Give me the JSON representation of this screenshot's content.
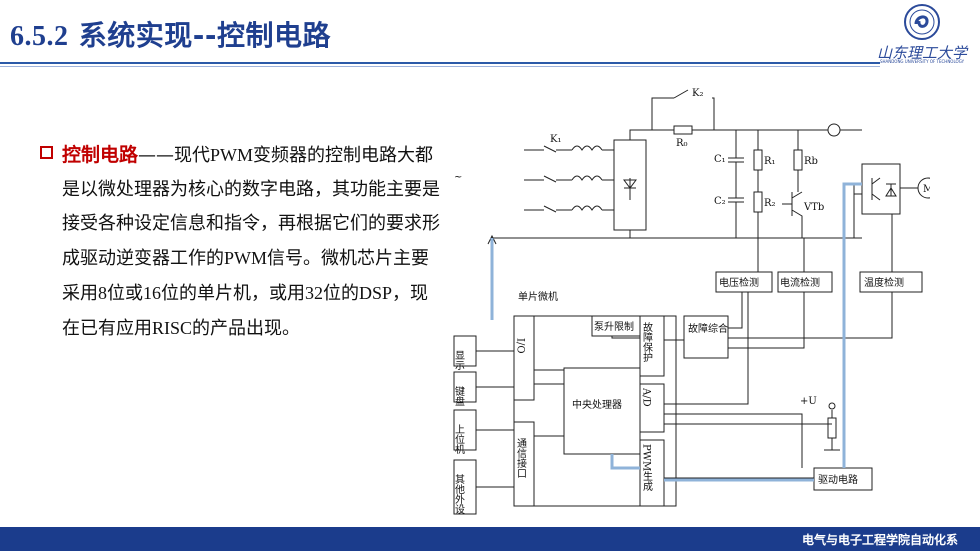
{
  "header": {
    "title_number": "6.5.2",
    "title_text": "系统实现--控制电路",
    "logo_text": "山东理工大学",
    "logo_sub": "SHANDONG UNIVERSITY OF TECHNOLOGY"
  },
  "content": {
    "keyword": "控制电路",
    "dash": "——",
    "segments": [
      {
        "text": "现代",
        "latin": false
      },
      {
        "text": "PWM",
        "latin": true
      },
      {
        "text": "变频器的控制电路大都是以微处理器为核心的数字电路，其功能主要是接受各种设定信息和指令，再根据它们的要求形成驱动逆变器工作的",
        "latin": false
      },
      {
        "text": "PWM",
        "latin": true
      },
      {
        "text": "信号。微机芯片主要采用",
        "latin": false
      },
      {
        "text": "8",
        "latin": true
      },
      {
        "text": "位或",
        "latin": false
      },
      {
        "text": "16",
        "latin": true
      },
      {
        "text": "位的单片机，或用",
        "latin": false
      },
      {
        "text": "32",
        "latin": true
      },
      {
        "text": "位的",
        "latin": false
      },
      {
        "text": "DSP",
        "latin": true
      },
      {
        "text": "，现在已有应用",
        "latin": false
      },
      {
        "text": "RISC",
        "latin": true
      },
      {
        "text": "的产品出现。",
        "latin": false
      }
    ]
  },
  "diagram": {
    "labels": {
      "k1": "K₁",
      "k2": "K₂",
      "r0": "R₀",
      "c1": "C₁",
      "c2": "C₂",
      "r1": "R₁",
      "r2": "R₂",
      "rb": "Rb",
      "vtb": "VTb",
      "motor": "M",
      "tilde": "~",
      "voltage_detect": "电压检测",
      "current_detect": "电流检测",
      "temp_detect": "温度检测",
      "mcu": "单片微机",
      "pump_limit": "泵升限制",
      "fault_protect": "故障保护",
      "fault_combine": "故障综合",
      "io": "I/O",
      "cpu": "中央处理器",
      "ad": "A/D",
      "pwm_gen": "PWM生成",
      "comm": "通信接口",
      "display": "显示",
      "keyboard": "键盘",
      "host": "上位机",
      "other": "其他外设",
      "plus_u": "+U",
      "drive": "驱动电路"
    }
  },
  "footer": {
    "text": "电气与电子工程学院自动化系"
  }
}
